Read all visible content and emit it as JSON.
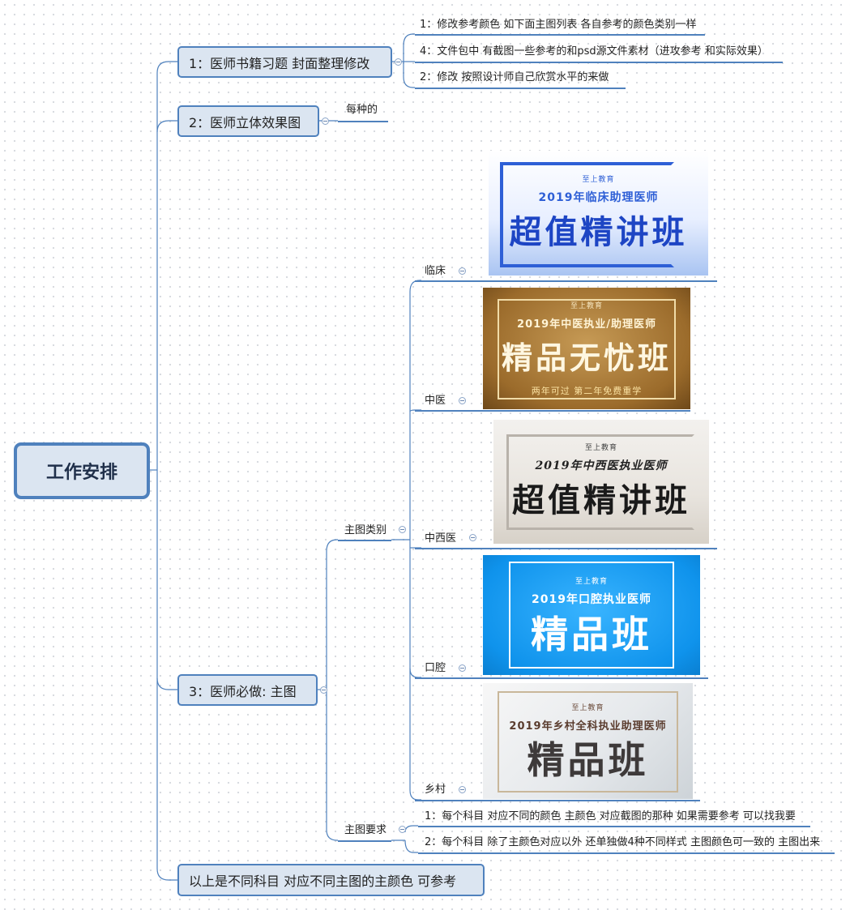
{
  "root": {
    "label": "工作安排"
  },
  "branch1": {
    "label": "1：医师书籍习题 封面整理修改",
    "notes": [
      "1：修改参考颜色 如下面主图列表 各自参考的颜色类别一样",
      "4：文件包中 有截图一些参考的和psd源文件素材（进攻参考 和实际效果）",
      "2：修改 按照设计师自己欣赏水平的来做"
    ]
  },
  "branch2": {
    "label": "2：医师立体效果图",
    "note": "每种的"
  },
  "branch3": {
    "label": "3：医师必做:  主图",
    "categories_label": "主图类别",
    "requirements_label": "主图要求",
    "requirements": [
      "1：每个科目 对应不同的颜色  主颜色 对应截图的那种 如果需要参考 可以找我要",
      "2：每个科目 除了主颜色对应以外  还单独做4种不同样式  主图颜色可一致的 主图出来"
    ],
    "categories": [
      {
        "name": "临床",
        "cover_title": "2019年临床助理医师",
        "cover_main": "超值精讲班",
        "cover_sub": "",
        "brand": "至上教育",
        "accent": "#2e5fd6"
      },
      {
        "name": "中医",
        "cover_title": "2019年中医执业/助理医师",
        "cover_main": "精品无忧班",
        "cover_sub": "两年可过  第二年免费重学",
        "brand": "至上教育",
        "accent": "#c8922e"
      },
      {
        "name": "中西医",
        "cover_title": "2019年中西医执业医师",
        "cover_main": "超值精讲班",
        "cover_sub": "",
        "brand": "至上教育",
        "accent": "#333333"
      },
      {
        "name": "口腔",
        "cover_title": "2019年口腔执业医师",
        "cover_main": "精品班",
        "cover_sub": "",
        "brand": "至上教育",
        "accent": "#1aa0f2"
      },
      {
        "name": "乡村",
        "cover_title": "2019年乡村全科执业助理医师",
        "cover_main": "精品班",
        "cover_sub": "",
        "brand": "至上教育",
        "accent": "#6b4b3b"
      }
    ]
  },
  "branch4": {
    "label": "以上是不同科目 对应不同主图的主颜色 可参考"
  },
  "colors": {
    "line": "#4f81bd",
    "node_fill": "#dbe5f1"
  }
}
